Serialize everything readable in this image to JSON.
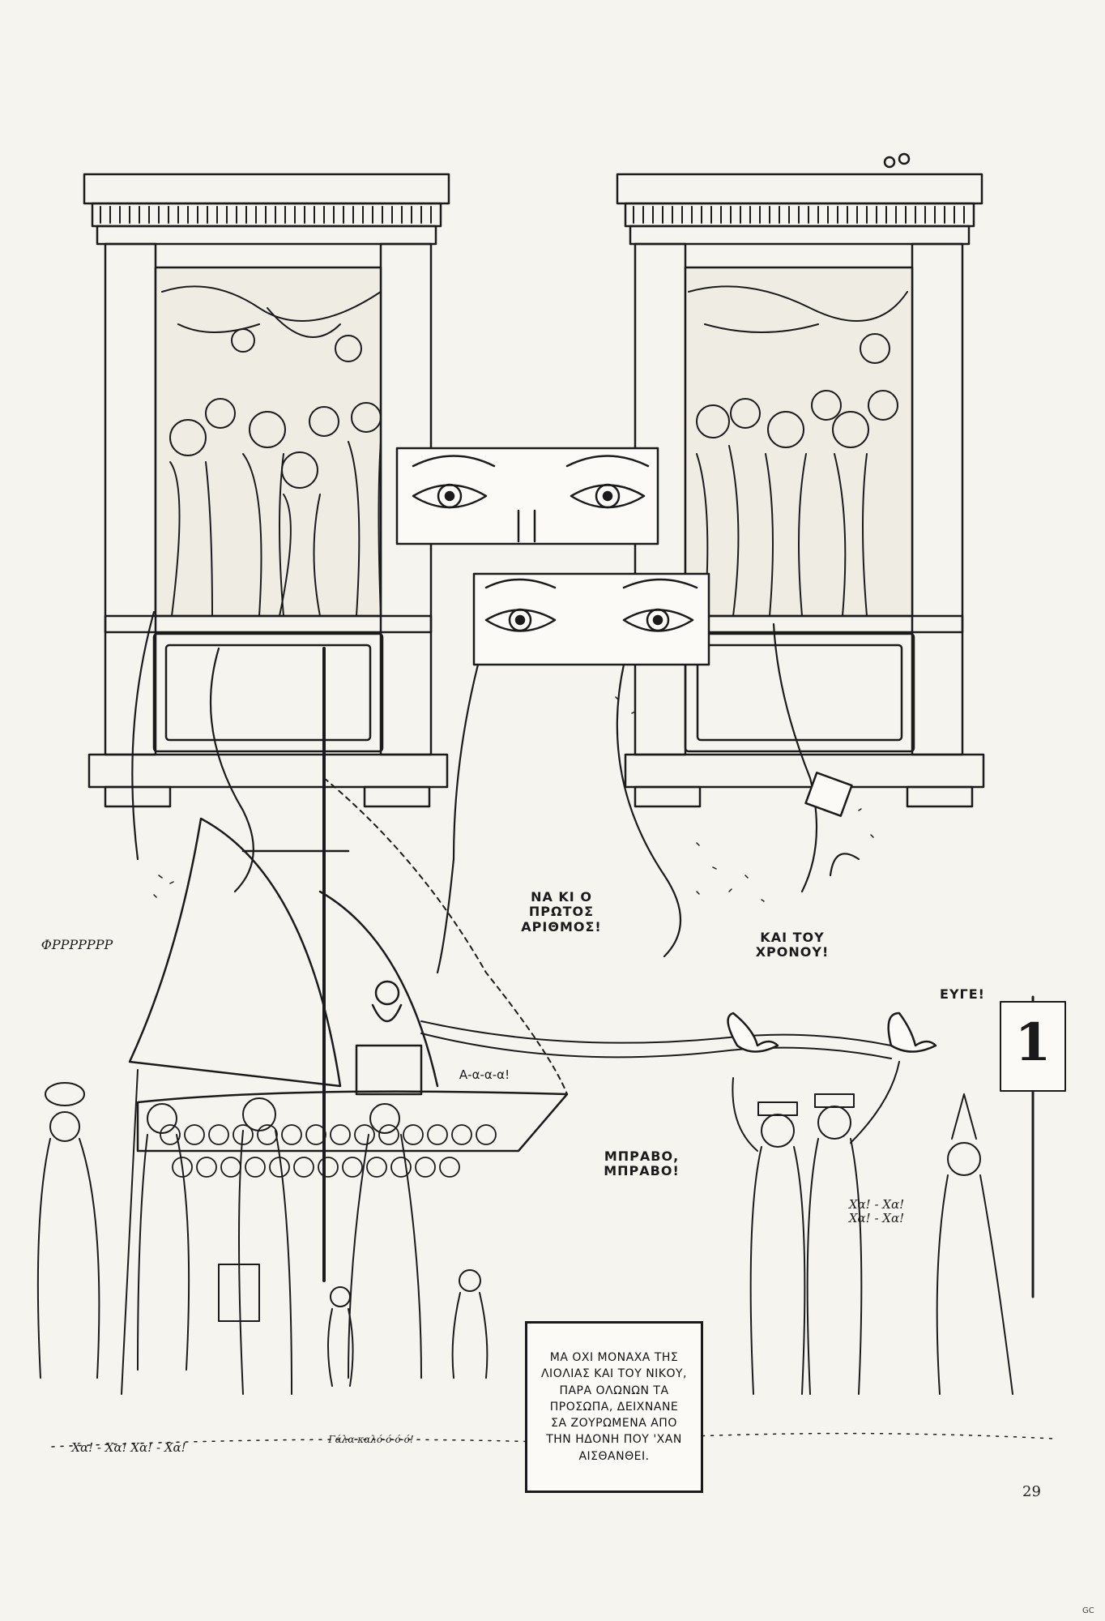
{
  "page": {
    "number": "29",
    "corner_mark": "GC"
  },
  "speech": {
    "whistle": "ΦΡΡΡΡΡΡΡ",
    "first_number": "ΝΑ ΚΙ Ο\nΠΡΩΤΟΣ\nΑΡΙΘΜΟΣ!",
    "of_the_year": "ΚΑΙ ΤΟΥ\nΧΡΟΝΟΥ!",
    "bravo_short": "ΕΥΓΕ!",
    "aaa": "Α-α-α-α!",
    "bravo": "ΜΠΡΑΒΟ,\nΜΠΡΑΒΟ!",
    "laugh_right": "Χα! - Χα!\nΧα! - Χα!",
    "laugh_left": "Χα! - Χα! Χα! - Χα!",
    "milk": "Γάλα καλό-ό-ό-ό!"
  },
  "caption": "ΜΑ ΟΧΙ ΜΟΝΑΧΑ ΤΗΣ\nΛΙΟΛΙΑΣ ΚΑΙ ΤΟΥ ΝΙΚΟΥ,\nΠΑΡΑ ΟΛΩΝΩΝ ΤΑ\nΠΡΟΣΩΠΑ, ΔΕΙΧΝΑΝΕ\nΣΑ ΖΟΥΡΩΜΕΝΑ ΑΠΟ\nΤΗΝ ΗΔΟΝΗ ΠΟΥ 'ΧΑΝ\nΑΙΣΘΑΝΘΕΙ.",
  "sign": {
    "number": "1"
  }
}
